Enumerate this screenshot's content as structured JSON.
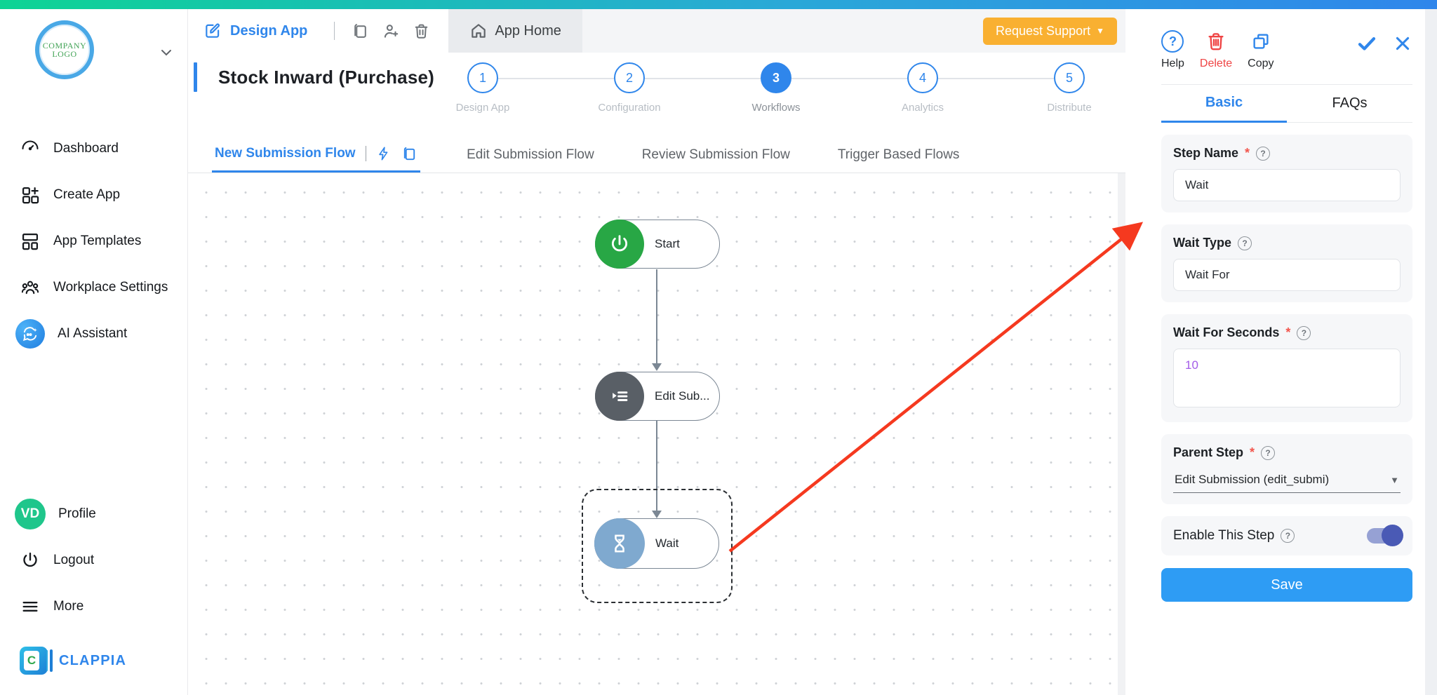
{
  "brand": {
    "company_logo_line1": "COMPANY",
    "company_logo_line2": "LOGO",
    "footer_brand": "CLAPPIA"
  },
  "sidebar": {
    "items": [
      {
        "icon": "dashboard-icon",
        "label": "Dashboard"
      },
      {
        "icon": "create-app-icon",
        "label": "Create App"
      },
      {
        "icon": "app-templates-icon",
        "label": "App Templates"
      },
      {
        "icon": "workplace-settings-icon",
        "label": "Workplace Settings"
      },
      {
        "icon": "ai-assistant-icon",
        "label": "AI Assistant"
      }
    ],
    "profile": {
      "initials": "VD",
      "label": "Profile"
    },
    "logout_label": "Logout",
    "more_label": "More"
  },
  "header": {
    "design_app_tab": "Design App",
    "app_home_tab": "App Home",
    "request_support_label": "Request Support",
    "app_title": "Stock Inward (Purchase)"
  },
  "stepper": {
    "steps": [
      {
        "num": "1",
        "label": "Design App"
      },
      {
        "num": "2",
        "label": "Configuration"
      },
      {
        "num": "3",
        "label": "Workflows",
        "active": true
      },
      {
        "num": "4",
        "label": "Analytics"
      },
      {
        "num": "5",
        "label": "Distribute"
      }
    ]
  },
  "flow_tabs": {
    "active": "New Submission Flow",
    "tab2": "Edit Submission Flow",
    "tab3": "Review Submission Flow",
    "tab4": "Trigger Based Flows"
  },
  "canvas": {
    "nodes": {
      "start": "Start",
      "edit": "Edit Sub...",
      "wait": "Wait"
    }
  },
  "panel": {
    "toolbar": {
      "help": "Help",
      "delete": "Delete",
      "copy": "Copy"
    },
    "tabs": {
      "basic": "Basic",
      "faqs": "FAQs"
    },
    "required_mark": "*",
    "question_mark": "?",
    "fields": {
      "step_name": {
        "label": "Step Name",
        "value": "Wait"
      },
      "wait_type": {
        "label": "Wait Type",
        "value": "Wait For"
      },
      "wait_for_seconds": {
        "label": "Wait For Seconds",
        "value": "10"
      },
      "parent_step": {
        "label": "Parent Step",
        "value": "Edit Submission (edit_submi)"
      },
      "enable_step": {
        "label": "Enable This Step",
        "enabled": true
      }
    },
    "save_label": "Save"
  },
  "colors": {
    "accent_blue": "#2F86EB",
    "success_green": "#28A745",
    "warn_orange": "#F9B031",
    "danger_red": "#EF4444",
    "wait_node_blue": "#7FA9CF",
    "edit_node_gray": "#595F66",
    "toggle_indigo": "#4A5AB5",
    "value_purple": "#A35CE8",
    "arrow_red": "#F5391F",
    "topbar_gradient_start": "#0ED494",
    "topbar_gradient_end": "#2F86EB"
  }
}
